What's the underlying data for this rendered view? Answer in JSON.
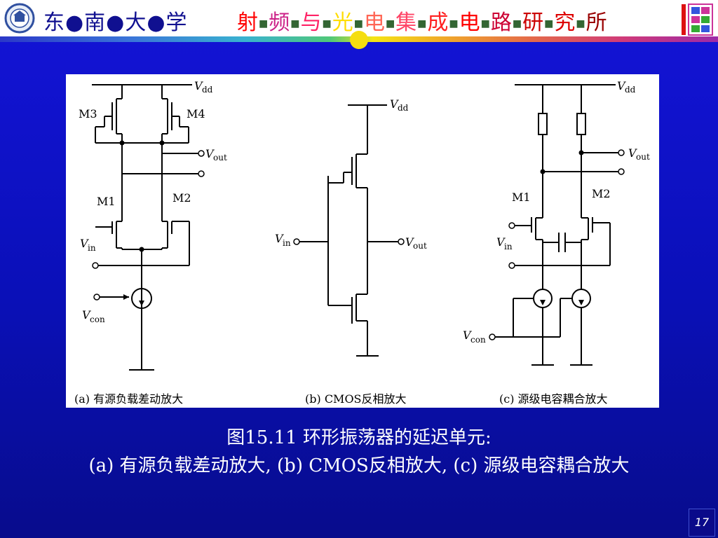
{
  "header": {
    "school_name": "东●南●大●学",
    "institute_parts": [
      "射",
      "频",
      "与",
      "光",
      "电",
      "集",
      "成",
      "电",
      "路",
      "研",
      "究",
      "所"
    ],
    "colors": {
      "school": "#101090",
      "institute_chars": [
        "#ff0000",
        "#cc2288",
        "#ff2266",
        "#ffdd00",
        "#ff6655",
        "#ff4466",
        "#ff2222",
        "#ff0000",
        "#cc0033",
        "#cc0000",
        "#dd0000",
        "#990000"
      ],
      "separator": "#336633"
    }
  },
  "figure": {
    "labels": {
      "vdd": [
        "V",
        "dd"
      ],
      "vout": [
        "V",
        "out"
      ],
      "vin": [
        "V",
        "in"
      ],
      "vcon": [
        "V",
        "con"
      ],
      "m1": "M1",
      "m2": "M2",
      "m3": "M3",
      "m4": "M4"
    },
    "sub_captions": {
      "a": "(a) 有源负载差动放大",
      "b": "(b) CMOS反相放大",
      "c": "(c)  源级电容耦合放大"
    }
  },
  "caption": {
    "line1": "图15.11 环形振荡器的延迟单元:",
    "line2": "(a) 有源负载差动放大, (b) CMOS反相放大, (c) 源级电容耦合放大"
  },
  "page_number": "17"
}
